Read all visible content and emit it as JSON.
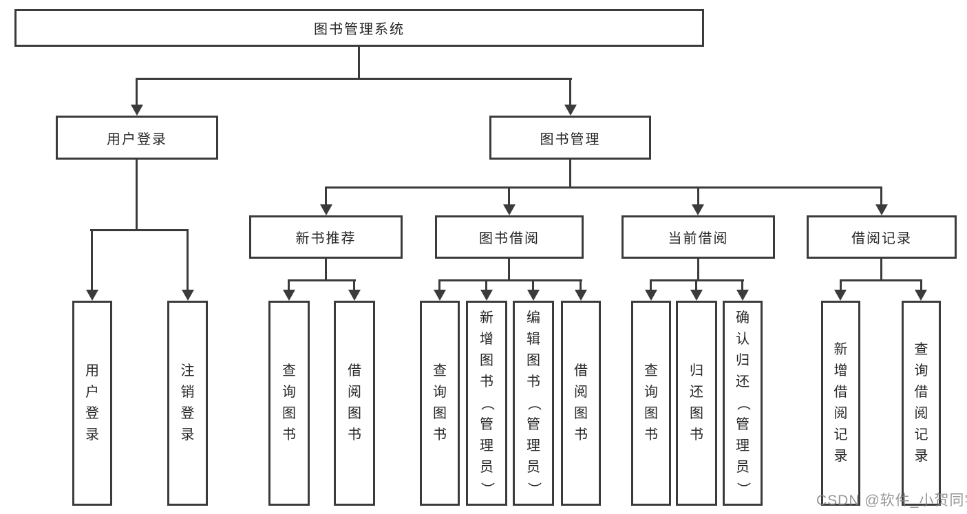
{
  "nodes": {
    "root": "图书管理系统",
    "user_login": "用户登录",
    "book_mgmt": "图书管理",
    "new_book": "新书推荐",
    "book_borrow": "图书借阅",
    "current_borrow": "当前借阅",
    "borrow_record": "借阅记录",
    "col_user_login": "用户登录",
    "col_logout": "注销登录",
    "col_nb_query": "查询图书",
    "col_nb_borrow": "借阅图书",
    "col_bb_query": "查询图书",
    "col_bb_add": "新增图书（管理员）",
    "col_bb_edit": "编辑图书（管理员）",
    "col_bb_borrow": "借阅图书",
    "col_cb_query": "查询图书",
    "col_cb_return": "归还图书",
    "col_cb_confirm": "确认归还（管理员）",
    "col_br_add": "新增借阅记录",
    "col_br_query": "查询借阅记录"
  },
  "watermark": "CSDN @软件_小贺同学",
  "colors": {
    "line": "#3b3b3b",
    "text": "#262626",
    "watermark": "#808080",
    "background": "#ffffff"
  }
}
